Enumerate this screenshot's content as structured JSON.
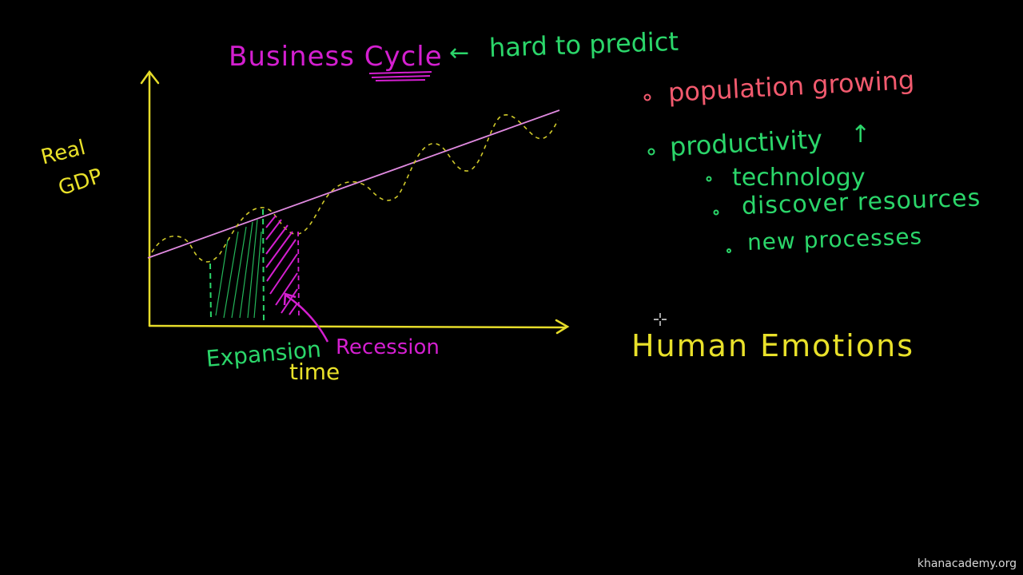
{
  "title": {
    "main": "Business Cycle",
    "arrow_glyph": "←",
    "note": "hard to predict"
  },
  "axes": {
    "y_label_line1": "Real",
    "y_label_line2": "GDP",
    "x_label": "time"
  },
  "phase_labels": {
    "expansion": "Expansion",
    "recession": "Recession"
  },
  "factors": {
    "population": "population growing",
    "productivity": "productivity",
    "productivity_arrow": "↑",
    "sub_items": [
      "technology",
      "discover resources",
      "new processes"
    ]
  },
  "human": "Human Emotions",
  "watermark": "khanacademy.org",
  "colors": {
    "magenta": "#d41fd0",
    "green": "#2bd66a",
    "yellow": "#e9e12a",
    "salmon": "#f25a6e",
    "axis": "#e6dc2a",
    "trend": "#e08ae0"
  }
}
